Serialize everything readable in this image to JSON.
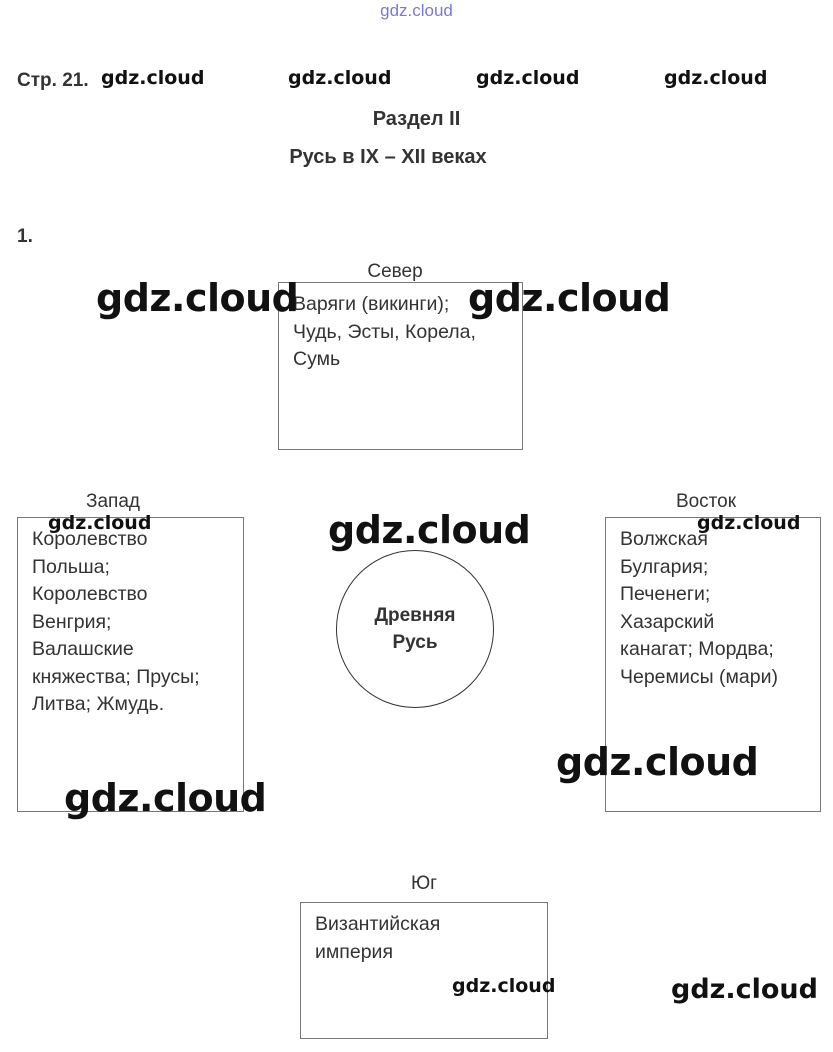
{
  "header": {
    "top_watermark": "gdz.cloud",
    "page_ref": "Стр. 21.",
    "watermarks_row": [
      "gdz.cloud",
      "gdz.cloud",
      "gdz.cloud",
      "gdz.cloud"
    ],
    "section": "Раздел II",
    "title": "Русь в IX – XII веках"
  },
  "task": {
    "number": "1."
  },
  "diagram": {
    "center": "Древняя\nРусь",
    "north": {
      "label": "Север",
      "text": "Варяги (викинги);\nЧудь, Эсты, Корела,\nСумь"
    },
    "west": {
      "label": "Запад",
      "text": "Королевство\nПольша;\nКоролевство\nВенгрия;\nВалашские\nкняжества; Прусы;\nЛитва; Жмудь."
    },
    "east": {
      "label": "Восток",
      "text": "Волжская\nБулгария;\nПеченеги;\nХазарский\nканагат; Мордва;\nЧеремисы (мари)"
    },
    "south": {
      "label": "Юг",
      "text": "Византийская\nимперия"
    }
  },
  "watermarks": {
    "large_1": "gdz.cloud",
    "large_2": "gdz.cloud",
    "large_3": "gdz.cloud",
    "large_4": "gdz.cloud",
    "large_5": "gdz.cloud",
    "small_west": "gdz.cloud",
    "small_east": "gdz.cloud",
    "small_south": "gdz.cloud",
    "bottom_right": "gdz.cloud"
  }
}
